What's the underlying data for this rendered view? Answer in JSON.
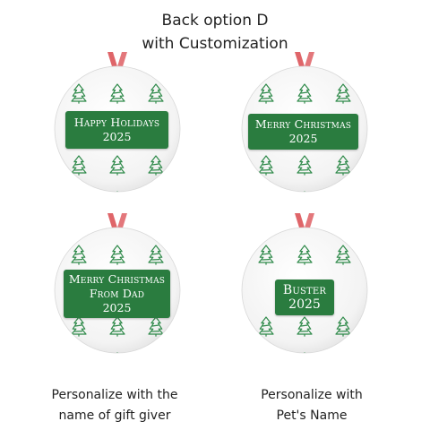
{
  "header": {
    "line1": "Back option D",
    "line2": "with Customization"
  },
  "colors": {
    "plaque_green": "#2a7c3f",
    "tree_green": "#2f8a4a",
    "ribbon_red": "#d94a4f"
  },
  "ornaments": [
    {
      "line1": "Happy Holidays",
      "line2": "2025"
    },
    {
      "line1": "Merry Christmas",
      "line2": "2025"
    },
    {
      "line1": "Merry Christmas",
      "line2": "From Dad",
      "line3": "2025"
    },
    {
      "line1": "Buster",
      "line2": "2025"
    }
  ],
  "captions": {
    "left_line1": "Personalize with the",
    "left_line2": "name of gift giver",
    "right_line1": "Personalize with",
    "right_line2": "Pet's Name"
  }
}
